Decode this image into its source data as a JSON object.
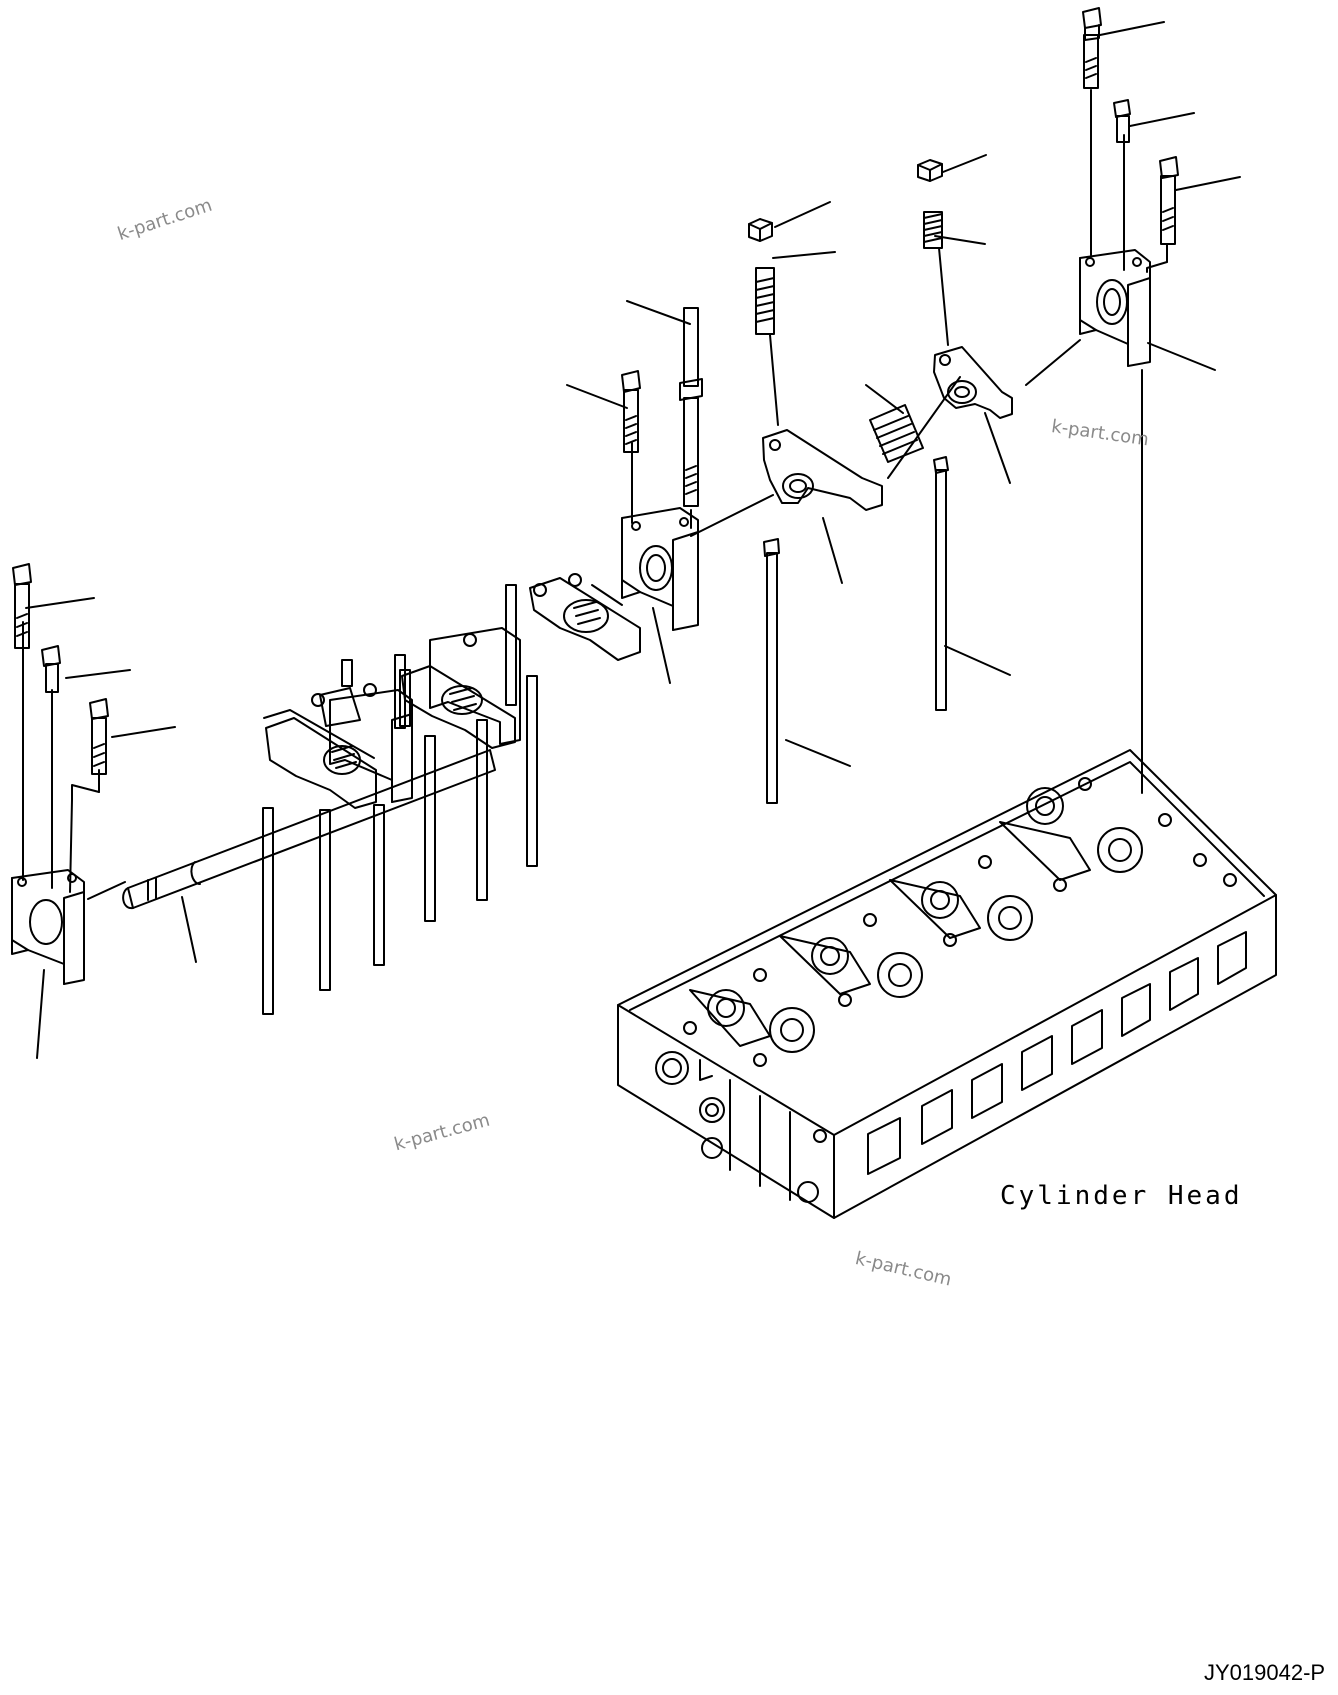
{
  "diagram": {
    "part_label": "Cylinder Head",
    "drawing_code": "JY019042-P",
    "watermark_text": "k-part.com"
  },
  "colors": {
    "line": "#000000",
    "watermark": "#8a8a8a",
    "background": "#ffffff"
  }
}
